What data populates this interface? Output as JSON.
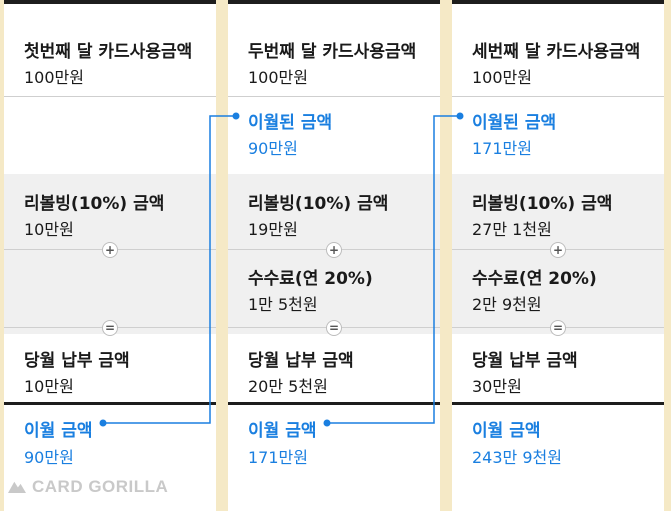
{
  "months": [
    {
      "usage_title": "첫번째 달 카드사용금액",
      "usage_value": "100만원",
      "carried_title": "",
      "carried_value": "",
      "revolving_title": "리볼빙(10%) 금액",
      "revolving_value": "10만원",
      "plus_symbol": "+",
      "fee_title": "",
      "fee_value": "",
      "equals_symbol": "=",
      "payment_title": "당월 납부 금액",
      "payment_value": "10만원",
      "forward_title": "이월 금액",
      "forward_value": "90만원"
    },
    {
      "usage_title": "두번째 달 카드사용금액",
      "usage_value": "100만원",
      "carried_title": "이월된 금액",
      "carried_value": "90만원",
      "revolving_title": "리볼빙(10%) 금액",
      "revolving_value": "19만원",
      "plus_symbol": "+",
      "fee_title": "수수료(연 20%)",
      "fee_value": "1만 5천원",
      "equals_symbol": "=",
      "payment_title": "당월 납부 금액",
      "payment_value": "20만 5천원",
      "forward_title": "이월 금액",
      "forward_value": "171만원"
    },
    {
      "usage_title": "세번째 달 카드사용금액",
      "usage_value": "100만원",
      "carried_title": "이월된 금액",
      "carried_value": "171만원",
      "revolving_title": "리볼빙(10%) 금액",
      "revolving_value": "27만 1천원",
      "plus_symbol": "+",
      "fee_title": "수수료(연 20%)",
      "fee_value": "2만 9천원",
      "equals_symbol": "=",
      "payment_title": "당월 납부 금액",
      "payment_value": "30만원",
      "forward_title": "이월 금액",
      "forward_value": "243만 9천원"
    }
  ],
  "logo": "CARD GORILLA",
  "colors": {
    "accent": "#1a7fe0",
    "background": "#f5e9c6",
    "panel_gray": "#f0f0f0"
  }
}
